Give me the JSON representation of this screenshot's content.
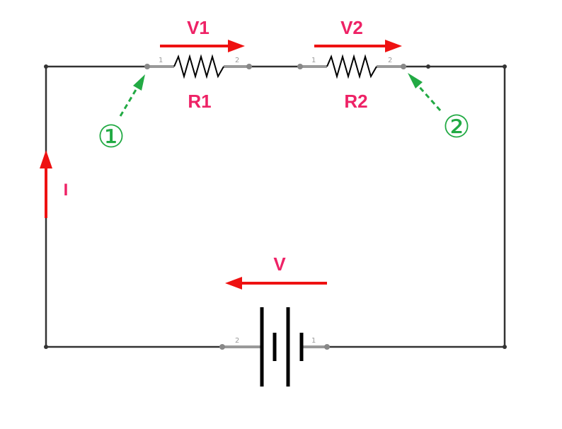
{
  "diagram": {
    "labels": {
      "v1": "V1",
      "v2": "V2",
      "r1": "R1",
      "r2": "R2",
      "current": "I",
      "source_voltage": "V",
      "marker_1": "①",
      "marker_2": "②"
    },
    "pins": {
      "r1_left": "1",
      "r1_right": "2",
      "r2_left": "1",
      "r2_right": "2",
      "battery_left": "2",
      "battery_right": "1"
    },
    "colors": {
      "wire": "#333333",
      "arrow_red": "#ee1111",
      "label_pink": "#ee2266",
      "marker_green": "#22aa44",
      "terminal_gray": "#888888"
    }
  }
}
